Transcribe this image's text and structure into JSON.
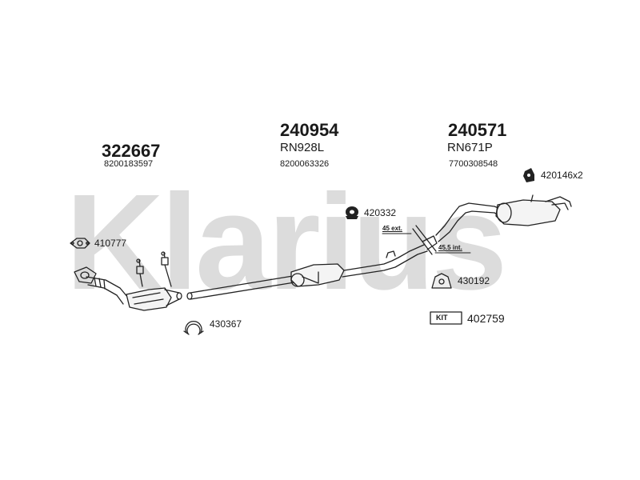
{
  "watermark": {
    "text": "Klarius"
  },
  "groups": [
    {
      "main_number": "322667",
      "ref_code": "",
      "oem_number": "8200183597"
    },
    {
      "main_number": "240954",
      "ref_code": "RN928L",
      "oem_number": "8200063326"
    },
    {
      "main_number": "240571",
      "ref_code": "RN671P",
      "oem_number": "7700308548"
    }
  ],
  "callouts": {
    "rubber_mount": "420146x2",
    "rubber_hanger_mid": "420332",
    "gasket": "410777",
    "clamp_bottom": "430367",
    "hanger_rear": "430192",
    "kit_badge": "KIT",
    "kit_number": "402759",
    "ext_dimension": "45 ext.",
    "int_dimension": "45.5 int."
  }
}
